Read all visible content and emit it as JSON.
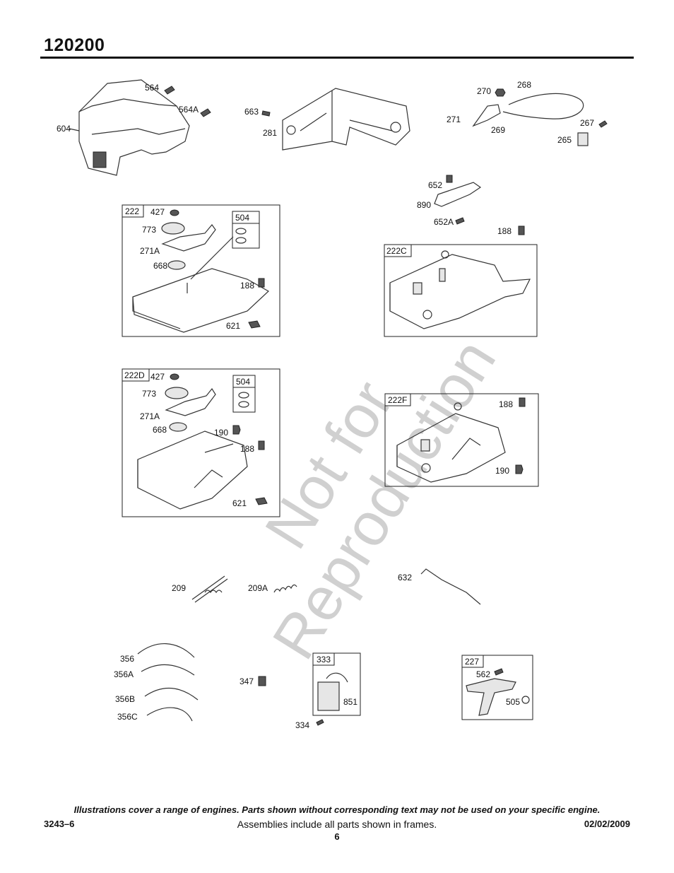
{
  "header": {
    "model": "120200"
  },
  "watermark": {
    "line1": "Not for",
    "line2": "Reproduction"
  },
  "callouts": {
    "p604": "604",
    "p564": "564",
    "p564A": "564A",
    "p663": "663",
    "p281": "281",
    "p270": "270",
    "p268": "268",
    "p271": "271",
    "p269": "269",
    "p267": "267",
    "p265": "265",
    "p652": "652",
    "p890": "890",
    "p652A": "652A",
    "p188a": "188",
    "f222": "222",
    "p427a": "427",
    "p773a": "773",
    "p271Aa": "271A",
    "p668a": "668",
    "p188b": "188",
    "p621a": "621",
    "f504a": "504",
    "f222C": "222C",
    "f222D": "222D",
    "p427b": "427",
    "p773b": "773",
    "p271Ab": "271A",
    "p668b": "668",
    "p190a": "190",
    "p188c": "188",
    "p621b": "621",
    "f504b": "504",
    "f222F": "222F",
    "p188d": "188",
    "p190b": "190",
    "p209": "209",
    "p209A": "209A",
    "p632": "632",
    "p356": "356",
    "p356A": "356A",
    "p356B": "356B",
    "p356C": "356C",
    "p347": "347",
    "f333": "333",
    "p851": "851",
    "p334": "334",
    "f227": "227",
    "p562": "562",
    "p505": "505"
  },
  "footer": {
    "note": "Illustrations cover a range of engines. Parts shown without corresponding text may not be used on your specific engine.",
    "doc_number": "3243–6",
    "assemblies": "Assemblies include all parts shown in frames.",
    "date": "02/02/2009",
    "page": "6"
  }
}
